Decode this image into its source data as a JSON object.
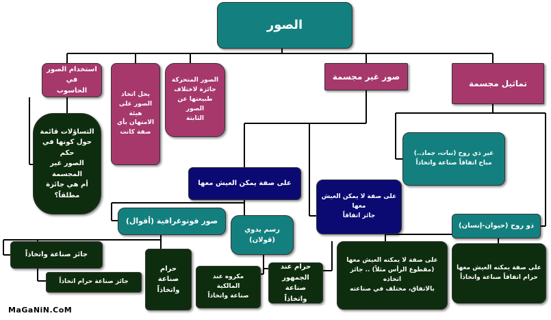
{
  "root": "الصور",
  "branches": {
    "statues": "تماثيل مجسمة",
    "non_embodied": "صور غير مجسمة",
    "moving": "الصور المتحركة\nجائزة لاختلاف\nطبيعتها عن الصور\nالثابتة",
    "degraded": "يحل اتخاذ\nالصور على هيئة\nالامتهان بأي\nصفة كانت",
    "computer": "استخدام الصور في\nالحاسوب"
  },
  "questions": "التساؤلات قائمة\nحول كونها في حكم\nالصور غير المجسمة\nأم هي جائزة مطلقاً؟",
  "statue_types": {
    "no_soul": "غير ذي روح (نبات، جماد..)\nمباح اتفاقاً صناعة واتخاذاً",
    "with_soul": "ذو روح (حيوان-إنسان)",
    "can_live": "على صفة يمكنه العيش معها\nحرام اتفاقاً صناعة واتخاذاً",
    "cannot_live": "على صفة لا يمكنه العيش معها\n(مقطوع الرأس مثلاً) .. جائز اتخاذه\nبالاتفاق، مختلف في صناعته"
  },
  "flat": {
    "can_live": "على صفة يمكن العيش معها",
    "cannot_live": "على صفة لا يمكن العيش معها\nجائز اتفاقاً",
    "photo": "صور فوتوغرافية (أقوال)",
    "drawn": "رسم يدوي\n(قولان)",
    "haram_majority": "حرام عند الجمهور\nصناعة واتخاذاً",
    "makruh_maliki": "مكروه عند المالكية\nصناعة واتخاذاً",
    "haram_both": "حرام صناعة\nواتخاذاً",
    "allowed_both": "جائز صناعة واتخاذاً",
    "allowed_use": "جائز صناعة حرام اتخاذاً"
  },
  "watermark": "MaGaNiN.CoM"
}
